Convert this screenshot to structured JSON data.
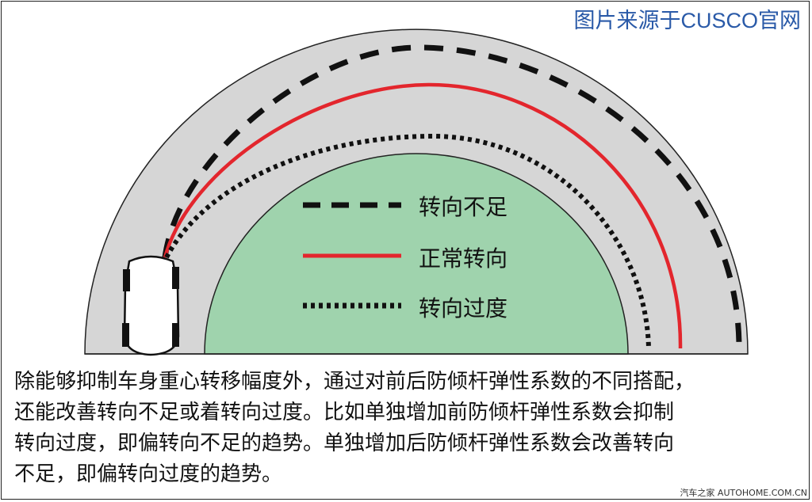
{
  "source_note": "图片来源于CUSCO官网",
  "legend": [
    {
      "label": "转向不足",
      "style": "dashed"
    },
    {
      "label": "正常转向",
      "style": "solid-red"
    },
    {
      "label": "转向过度",
      "style": "dotted"
    }
  ],
  "colors": {
    "road": "#d6d6d6",
    "infield": "#9fd3ad",
    "normal_line": "#e3262d",
    "line": "#111111"
  },
  "caption_lines": [
    "除能够抑制车身重心转移幅度外，通过对前后防倾杆弹性系数的不同搭配，",
    "还能改善转向不足或着转向过度。比如单独增加前防倾杆弹性系数会抑制",
    "转向过度，即偏转向不足的趋势。单独增加后防倾杆弹性系数会改善转向",
    "不足，即偏转向过度的趋势。"
  ],
  "watermark": "汽车之家 AUTOHOME.COM.CN"
}
